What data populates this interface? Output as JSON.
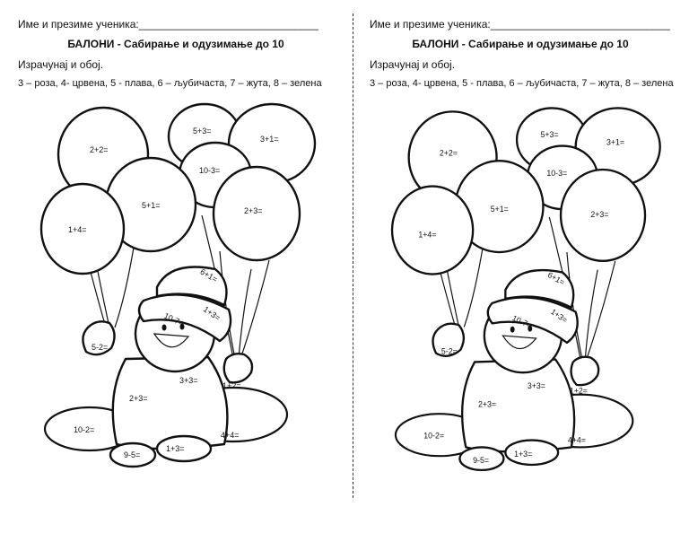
{
  "worksheet": {
    "name_line": "Име и презиме ученика:______________________________",
    "title": "БАЛОНИ - Сабирање и одузимање до  10",
    "instruction": "Израчунај и обој.",
    "legend": "3 – роза, 4- црвена, 5 - плава, 6 – љубичаста, 7 – жута, 8 – зелена"
  },
  "picture": {
    "balloons": {
      "b1": "2+2=",
      "b2": "5+3=",
      "b3": "3+1=",
      "b4": "10-3=",
      "b5": "5+1=",
      "b6": "2+3=",
      "b7": "1+4="
    },
    "figure": {
      "hat_top": "6+1=",
      "hat_brim_left": "10-7=",
      "hat_brim_right": "1+3=",
      "left_hand": "5-2=",
      "body_left": "2+3=",
      "body_right": "3+3=",
      "right_hand": "1+2=",
      "puddle_left": "10-2=",
      "puddle_right": "4+4=",
      "left_foot": "9-5=",
      "right_foot": "1+3="
    }
  }
}
